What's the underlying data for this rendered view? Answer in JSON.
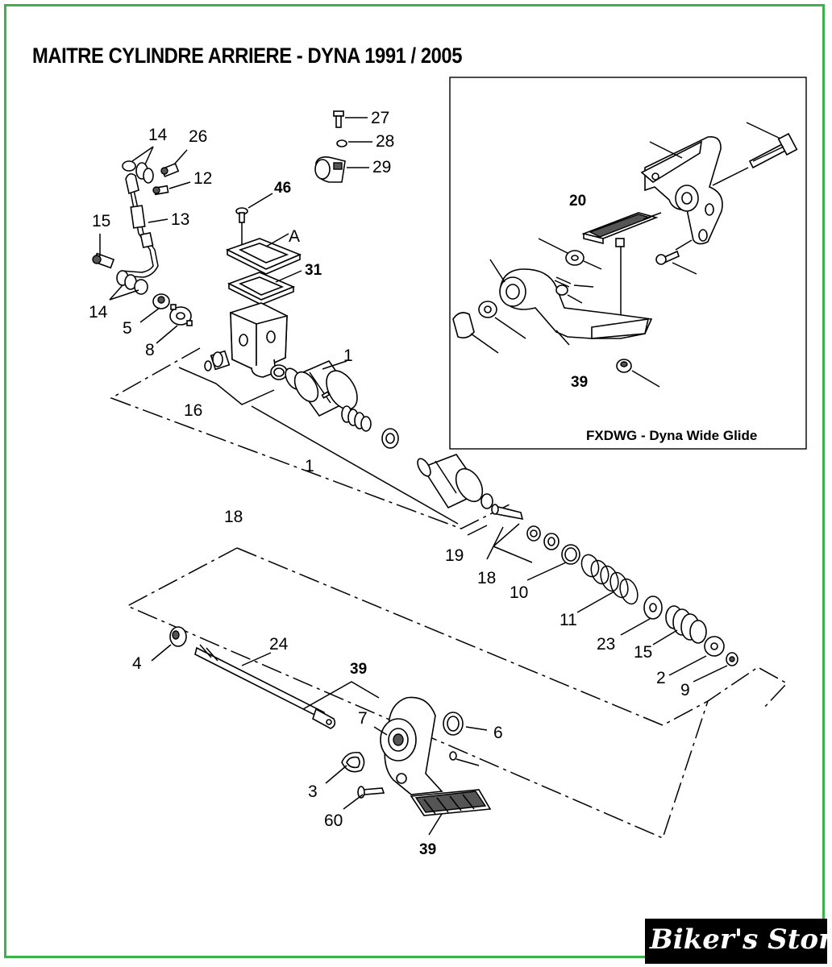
{
  "title": "MAITRE CYLINDRE ARRIERE - DYNA 1991 / 2005",
  "inset": {
    "caption": "FXDWG - Dyna Wide Glide"
  },
  "logo": {
    "text": "Biker's Store"
  },
  "colors": {
    "frame": "#3cb24a",
    "ink": "#000000",
    "background": "#ffffff"
  },
  "labels": {
    "l27": "27",
    "l28": "28",
    "l29": "29",
    "l14a": "14",
    "l26": "26",
    "l12": "12",
    "l13": "13",
    "l15a": "15",
    "l14b": "14",
    "l46": "46",
    "lA": "A",
    "l31": "31",
    "l5": "5",
    "l8": "8",
    "l1a": "1",
    "l16": "16",
    "l1b": "1",
    "l18a": "18",
    "l19": "19",
    "l18b": "18",
    "l10": "10",
    "l11": "11",
    "l23": "23",
    "l15b": "15",
    "l2": "2",
    "l9": "9",
    "l4": "4",
    "l24": "24",
    "l39a": "39",
    "l7": "7",
    "l6": "6",
    "l3": "3",
    "l60": "60",
    "l39b": "39",
    "i20": "20",
    "i39": "39"
  }
}
